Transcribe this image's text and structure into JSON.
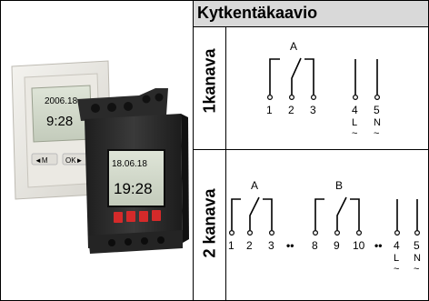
{
  "header": {
    "title": "Kytkentäkaavio"
  },
  "row1": {
    "label": "1kanava",
    "contact": "A",
    "terminals": [
      "1",
      "2",
      "3",
      "4",
      "5"
    ],
    "power_letters": [
      "L",
      "N"
    ],
    "tilde": "~"
  },
  "row2": {
    "label": "2 kanava",
    "contacts": [
      "A",
      "B"
    ],
    "terminals": [
      "1",
      "2",
      "3",
      "8",
      "9",
      "10",
      "4",
      "5"
    ],
    "power_letters": [
      "L",
      "N"
    ],
    "tilde": "~",
    "separator": "••"
  },
  "device": {
    "wall_time": "9:28",
    "wall_date": "2006.18",
    "din_time": "19:28",
    "din_date": "18.06.18",
    "wall_left_button": "◄M",
    "wall_right_button": "OK►"
  },
  "colors": {
    "header_bg": "#d9d9d9",
    "device_body": "#2b2b2b",
    "buttons": "#d42a2a",
    "lcd": "#cfd6c8"
  }
}
